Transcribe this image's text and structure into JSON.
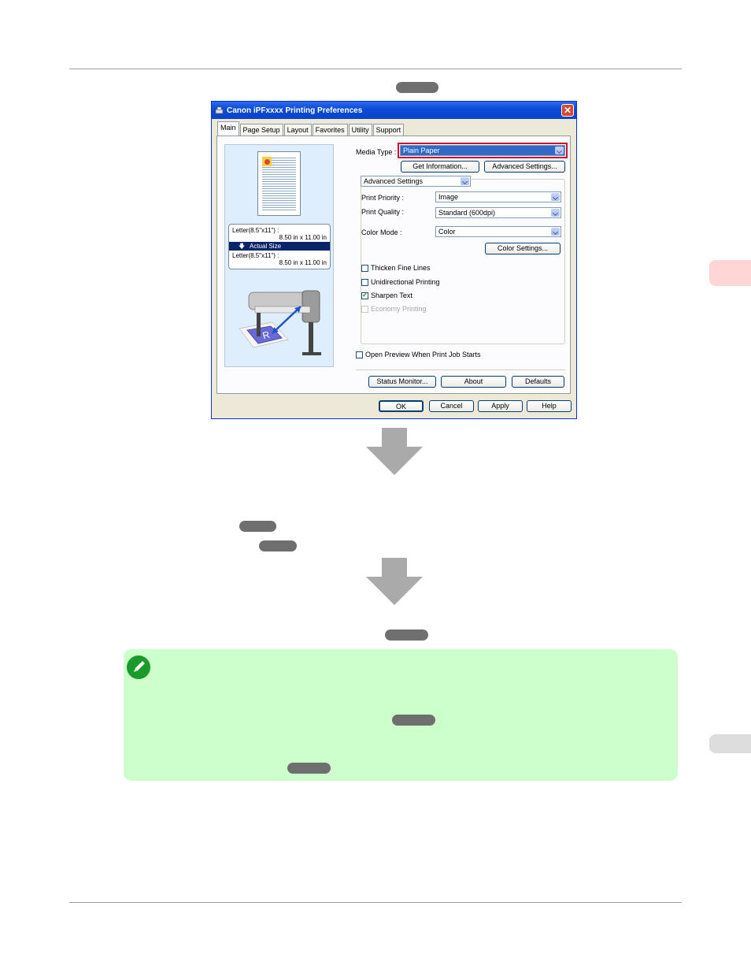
{
  "dialog": {
    "title": "Canon iPFxxxx Printing Preferences",
    "tabs": [
      "Main",
      "Page Setup",
      "Layout",
      "Favorites",
      "Utility",
      "Support"
    ],
    "preview": {
      "size_top_name": "Letter(8.5\"x11\") :",
      "size_top_dims": "8.50 in x 11.00 in",
      "scale": "Actual Size",
      "size_bottom_name": "Letter(8.5\"x11\") :",
      "size_bottom_dims": "8.50 in x 11.00 in"
    },
    "media_type_label": "Media Type :",
    "media_type_value": "Plain Paper",
    "get_information_button": "Get Information...",
    "advanced_settings_button": "Advanced Settings...",
    "settings_mode_value": "Advanced Settings",
    "print_priority_label": "Print Priority :",
    "print_priority_value": "Image",
    "print_quality_label": "Print Quality :",
    "print_quality_value": "Standard (600dpi)",
    "color_mode_label": "Color Mode :",
    "color_mode_value": "Color",
    "color_settings_button": "Color Settings...",
    "checkboxes": [
      {
        "label": "Thicken Fine Lines",
        "checked": false,
        "enabled": true
      },
      {
        "label": "Unidirectional Printing",
        "checked": false,
        "enabled": true
      },
      {
        "label": "Sharpen Text",
        "checked": true,
        "enabled": true
      },
      {
        "label": "Economy Printing",
        "checked": false,
        "enabled": false
      }
    ],
    "open_preview_label": "Open Preview When Print Job Starts",
    "status_monitor_button": "Status Monitor...",
    "about_button": "About",
    "defaults_button": "Defaults",
    "ok_button": "OK",
    "cancel_button": "Cancel",
    "apply_button": "Apply",
    "help_button": "Help"
  },
  "colors": {
    "ref_badge": "#6f6f6f",
    "arrow": "#aaaaaa",
    "note_background": "#ccffcc",
    "side_tab_pink": "#ffd5d5",
    "side_tab_gray": "#dddddd"
  }
}
